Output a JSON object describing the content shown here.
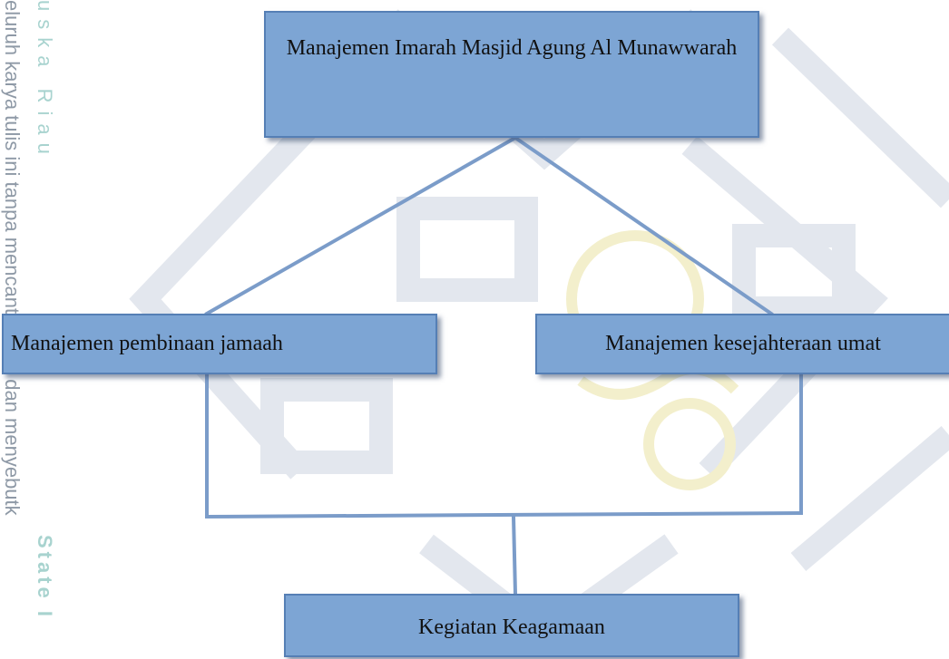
{
  "watermark": {
    "side_text_left": "eluruh karya tulis ini tanpa mencantumkan dan menyebutk",
    "side_text_repo": "uska Riau",
    "side_text_state": "State I",
    "colors": {
      "line": "#c9d1dc",
      "logo": "#f4f0c8"
    }
  },
  "diagram": {
    "root": "Manajemen Imarah Masjid Agung Al Munawwarah",
    "left_branch": "Manajemen pembinaan jamaah",
    "right_branch": "Manajemen kesejahteraan umat",
    "result": "Kegiatan Keagamaan"
  },
  "colors": {
    "box_fill": "#7da5d4",
    "box_border": "#557fb5",
    "connector": "#7b9cc9"
  }
}
